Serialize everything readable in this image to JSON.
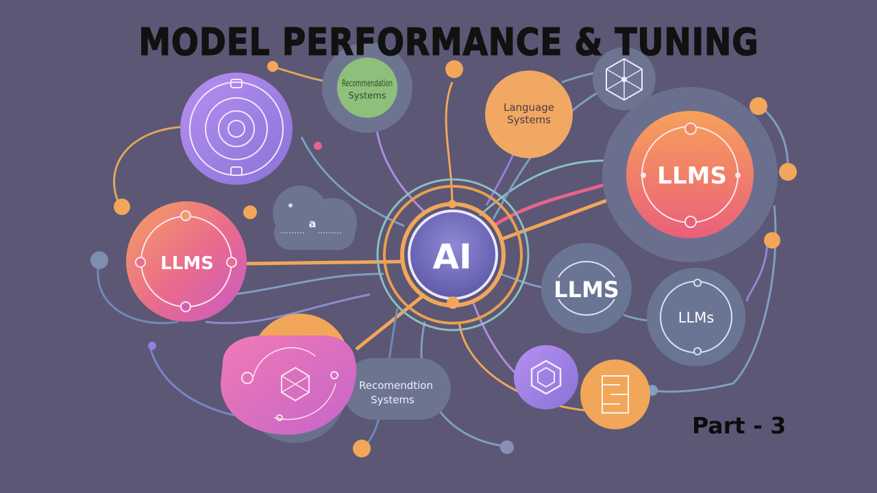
{
  "title": "MODEL PERFORMANCE & TUNING",
  "part_label": "Part - 3",
  "nodes": {
    "center": "AI",
    "llms_left": "LLMS",
    "llms_right_top": "LLMS",
    "llms_right_mid": "LLMS",
    "llms_right_small": "LLMs",
    "language_systems": [
      "Language",
      "Systems"
    ],
    "recommendation_top": [
      "Recommendation",
      "Systems"
    ],
    "recommendation_bottom": [
      "Recomendtion",
      "Systems"
    ],
    "cloud_glyph": "a"
  },
  "colors": {
    "background": "#5b5775",
    "orange": "#f2a65a",
    "pink": "#e8638a",
    "purple": "#9a7de0",
    "slate": "#6d7490",
    "green": "#8ec07c"
  }
}
